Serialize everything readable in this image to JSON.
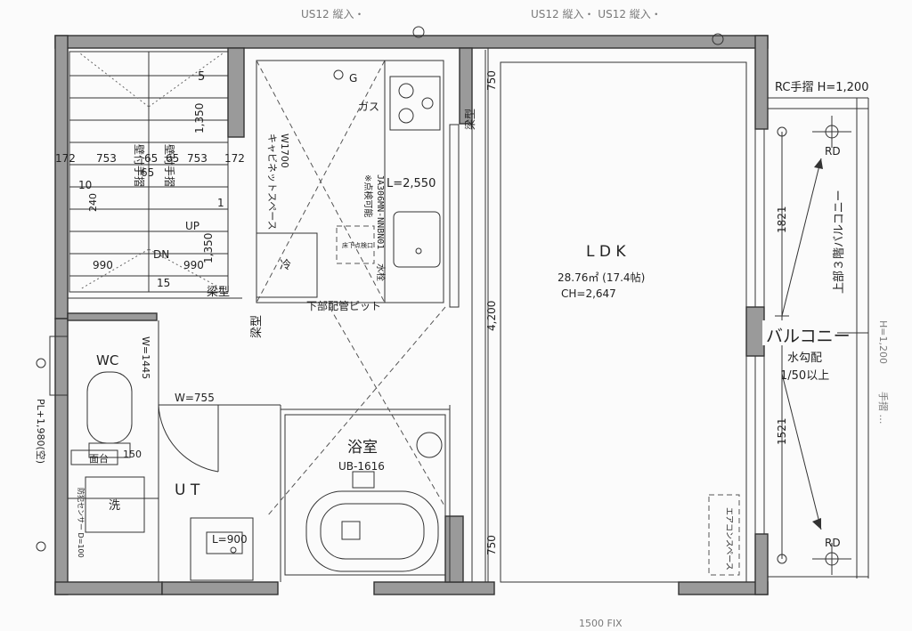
{
  "top": {
    "left_code": "US12 縦入・",
    "right_code": "US12 縦入・ US12 縦入・"
  },
  "handrail": "RC手摺  H=1,200",
  "stair": {
    "d5": "5",
    "d1350a": "1,350",
    "d172a": "172",
    "d753a": "753",
    "d65a": "65",
    "d65b": "65",
    "d753b": "753",
    "d172b": "172",
    "d65c": "65",
    "d10": "10",
    "d240": "240",
    "d1": "1",
    "tesuri1": "壁付手摺",
    "tesuri2": "壁付手摺",
    "up": "UP",
    "dn": "DN",
    "d990a": "990",
    "d990b": "990",
    "d1350b": "1,350",
    "d15": "15"
  },
  "beam_a": "梁型",
  "beam_b": "梁型",
  "beam_c": "梁型",
  "kitchen": {
    "g": "G",
    "gas": "ガス",
    "cabinet": "キャビネットスペース",
    "w1700": "W1700",
    "fridge": "冷",
    "l2550": "L=2,550",
    "inspect": "※点検可能",
    "model": "JA306MN-NNBN01",
    "floor_inspect": "床下点検口",
    "faucet": "水栓",
    "pit": "下部配管ピット"
  },
  "ldk": {
    "name": "L D K",
    "area": "28.76㎡ (17.4帖)",
    "ch": "CH=2,647",
    "d750a": "750",
    "d4200": "4,200",
    "d750b": "750"
  },
  "balcony": {
    "rd_top": "RD",
    "rd_bottom": "RD",
    "d1821": "1821",
    "d1521": "1521",
    "above": "上部３階バルコニー",
    "name": "バルコニー",
    "slope": "水勾配",
    "ratio": "1/50以上",
    "edge_text": "H=1,200",
    "aircon": "エアコンスペース",
    "side_text": "手摺 …",
    "bottom_dim": "1500  FIX"
  },
  "wc": {
    "name": "WC",
    "w1445": "W=1445",
    "counter": "面台",
    "d150": "150",
    "pl": "PL+1,980(空)",
    "side": "防犯センサー D=100"
  },
  "ut": {
    "w755": "W=755",
    "name": "U T",
    "wash": "洗",
    "l900": "L=900"
  },
  "bath": {
    "name": "浴室",
    "model": "UB-1616"
  }
}
